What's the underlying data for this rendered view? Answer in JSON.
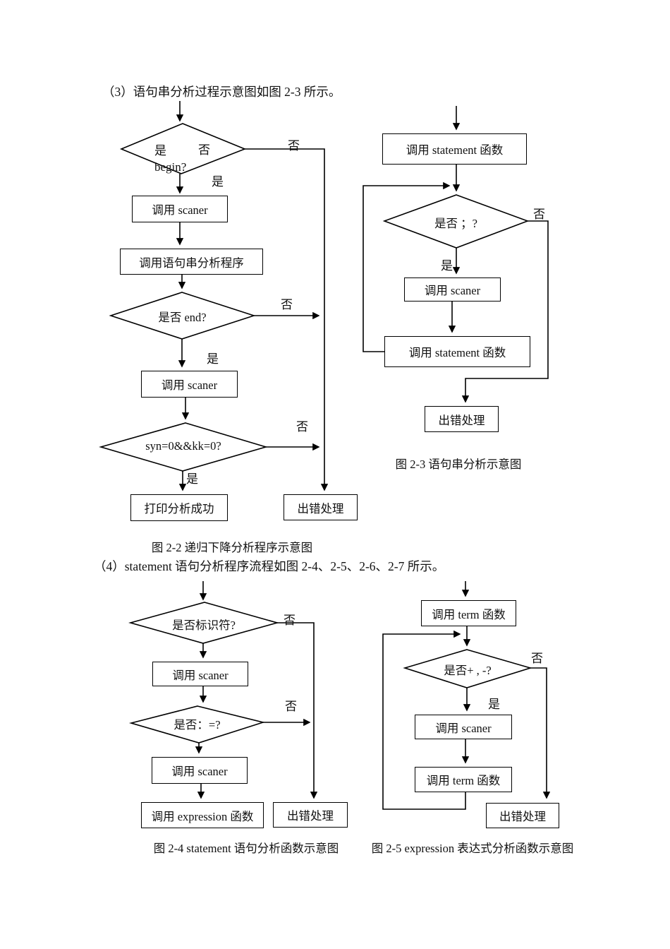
{
  "page": {
    "para_3": "（3）语句串分析过程示意图如图 2-3 所示。",
    "para_4": "（4）statement 语句分析程序流程如图 2-4、2-5、2-6、2-7 所示。"
  },
  "labels": {
    "yes": "是",
    "no": "否"
  },
  "fig22": {
    "caption": "图 2-2  递归下降分析程序示意图",
    "d1_yes": "是",
    "d1_no": "否",
    "d1_cond": "begin?",
    "b_scaner1": "调用 scaner",
    "b_series": "调用语句串分析程序",
    "d2": "是否 end?",
    "b_scaner2": "调用 scaner",
    "d3": "syn=0&&kk=0?",
    "b_success": "打印分析成功",
    "b_error": "出错处理"
  },
  "fig23": {
    "caption": "图 2-3  语句串分析示意图",
    "b_statement1": "调用 statement 函数",
    "d1": "是否 ；?",
    "b_scaner": "调用 scaner",
    "b_statement2": "调用 statement 函数",
    "b_error": "出错处理"
  },
  "fig24": {
    "caption": "图 2-4 statement 语句分析函数示意图",
    "d1": "是否标识符?",
    "b_scaner1": "调用 scaner",
    "d2": "是否：=?",
    "b_scaner2": "调用 scaner",
    "b_expression": "调用 expression 函数",
    "b_error": "出错处理"
  },
  "fig25": {
    "caption": "图 2-5 expression 表达式分析函数示意图",
    "b_term1": "调用 term 函数",
    "d1": "是否+ , -?",
    "b_scaner": "调用 scaner",
    "b_term2": "调用 term 函数",
    "b_error": "出错处理"
  }
}
